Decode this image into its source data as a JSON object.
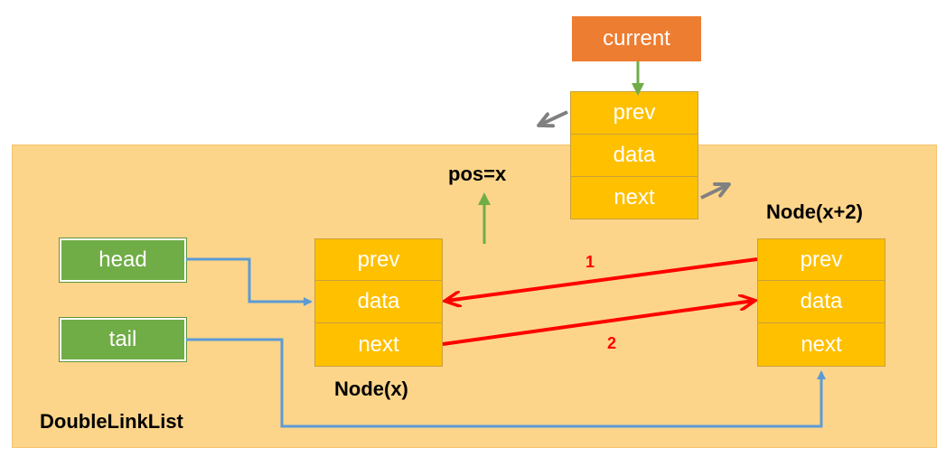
{
  "container_label": "DoubleLinkList",
  "current_label": "current",
  "pos_label": "pos=x",
  "pointers": {
    "head": "head",
    "tail": "tail"
  },
  "nodes": {
    "current": {
      "fields": [
        "prev",
        "data",
        "next"
      ]
    },
    "x": {
      "caption": "Node(x)",
      "fields": [
        "prev",
        "data",
        "next"
      ]
    },
    "x2": {
      "caption": "Node(x+2)",
      "fields": [
        "prev",
        "data",
        "next"
      ]
    }
  },
  "step_labels": [
    "1",
    "2"
  ],
  "colors": {
    "node_fill": "#FFC000",
    "pointer_fill": "#70AD47",
    "current_fill": "#ED7D31",
    "container_fill": "#FDD58A",
    "link_blue": "#5B9BD5",
    "link_red": "#FF0000",
    "arrow_green": "#70AD47",
    "arrow_gray": "#808080"
  }
}
